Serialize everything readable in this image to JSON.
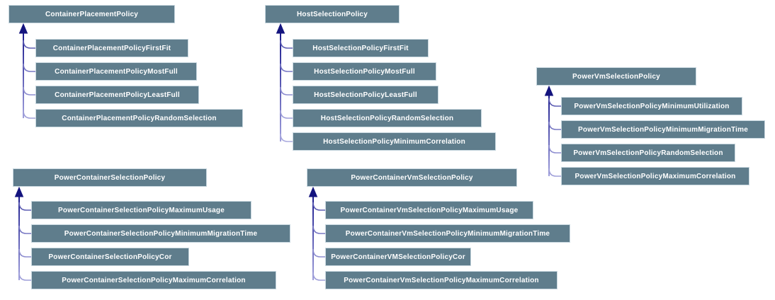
{
  "diagram": {
    "type": "class-inheritance-hierarchy",
    "colors": {
      "node_fill": "#5f7d8c",
      "node_border": "#c9d8e0",
      "node_text": "#ffffff",
      "arrow_dark": "#14147e",
      "edge_light": "#9f9fd9",
      "background": "#ffffff"
    },
    "groups": [
      {
        "parent": "ContainerPlacementPolicy",
        "children": [
          "ContainerPlacementPolicyFirstFit",
          "ContainerPlacementPolicyMostFull",
          "ContainerPlacementPolicyLeastFull",
          "ContainerPlacementPolicyRandomSelection"
        ]
      },
      {
        "parent": "HostSelectionPolicy",
        "children": [
          "HostSelectionPolicyFirstFit",
          "HostSelectionPolicyMostFull",
          "HostSelectionPolicyLeastFull",
          "HostSelectionPolicyRandomSelection",
          "HostSelectionPolicyMinimumCorrelation"
        ]
      },
      {
        "parent": "PowerVmSelectionPolicy",
        "children": [
          "PowerVmSelectionPolicyMinimumUtilization",
          "PowerVmSelectionPolicyMinimumMigrationTime",
          "PowerVmSelectionPolicyRandomSelection",
          "PowerVmSelectionPolicyMaximumCorrelation"
        ]
      },
      {
        "parent": "PowerContainerSelectionPolicy",
        "children": [
          "PowerContainerSelectionPolicyMaximumUsage",
          "PowerContainerSelectionPolicyMinimumMigrationTime",
          "PowerContainerSelectionPolicyCor",
          "PowerContainerSelectionPolicyMaximumCorrelation"
        ]
      },
      {
        "parent": "PowerContainerVmSelectionPolicy",
        "children": [
          "PowerContainerVmSelectionPolicyMaximumUsage",
          "PowerContainerVmSelectionPolicyMinimumMigrationTime",
          "PowerContainerVMSelectionPolicyCor",
          "PowerContainerVmSelectionPolicyMaximumCorrelation"
        ]
      }
    ]
  }
}
